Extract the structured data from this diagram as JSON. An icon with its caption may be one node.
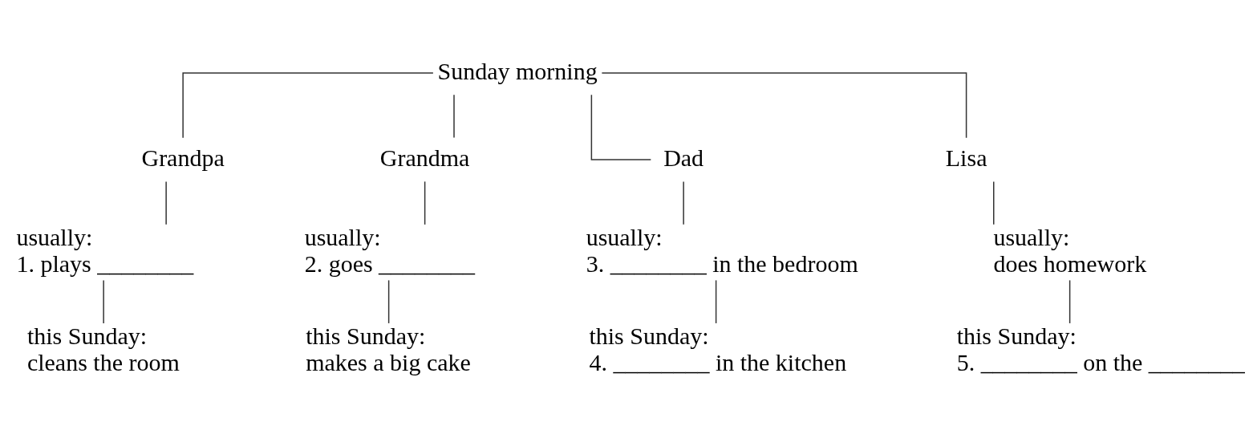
{
  "diagram": {
    "nodes": [
      {
        "text": [
          "Sunday morning"
        ]
      },
      {
        "text": [
          "Grandpa"
        ]
      },
      {
        "text": [
          "Grandma"
        ]
      },
      {
        "text": [
          "Dad"
        ]
      },
      {
        "text": [
          "Lisa"
        ]
      },
      {
        "text": [
          "usually:",
          "1. plays ________"
        ]
      },
      {
        "text": [
          "usually:",
          "2. goes ________"
        ]
      },
      {
        "text": [
          "usually:",
          "3. ________ in the bedroom"
        ]
      },
      {
        "text": [
          "usually:",
          "does homework"
        ]
      },
      {
        "text": [
          "this Sunday:",
          "cleans the room"
        ]
      },
      {
        "text": [
          "this Sunday:",
          "makes a big cake"
        ]
      },
      {
        "text": [
          "this Sunday:",
          "4. ________ in the kitchen"
        ]
      },
      {
        "text": [
          "this Sunday:",
          "5. ________ on the ________"
        ]
      }
    ],
    "edges": [
      {
        "from": 0,
        "to": 1,
        "arrow": "none"
      },
      {
        "from": 0,
        "to": 2,
        "arrow": "none"
      },
      {
        "from": 0,
        "to": 3,
        "arrow": "none"
      },
      {
        "from": 0,
        "to": 4,
        "arrow": "none"
      },
      {
        "from": 1,
        "to": 5,
        "arrow": "none"
      },
      {
        "from": 2,
        "to": 6,
        "arrow": "none"
      },
      {
        "from": 3,
        "to": 7,
        "arrow": "none"
      },
      {
        "from": 4,
        "to": 8,
        "arrow": "none"
      },
      {
        "from": 5,
        "to": 9,
        "arrow": "none"
      },
      {
        "from": 6,
        "to": 10,
        "arrow": "none"
      },
      {
        "from": 7,
        "to": 11,
        "arrow": "none"
      },
      {
        "from": 8,
        "to": 12,
        "arrow": "none"
      }
    ]
  }
}
